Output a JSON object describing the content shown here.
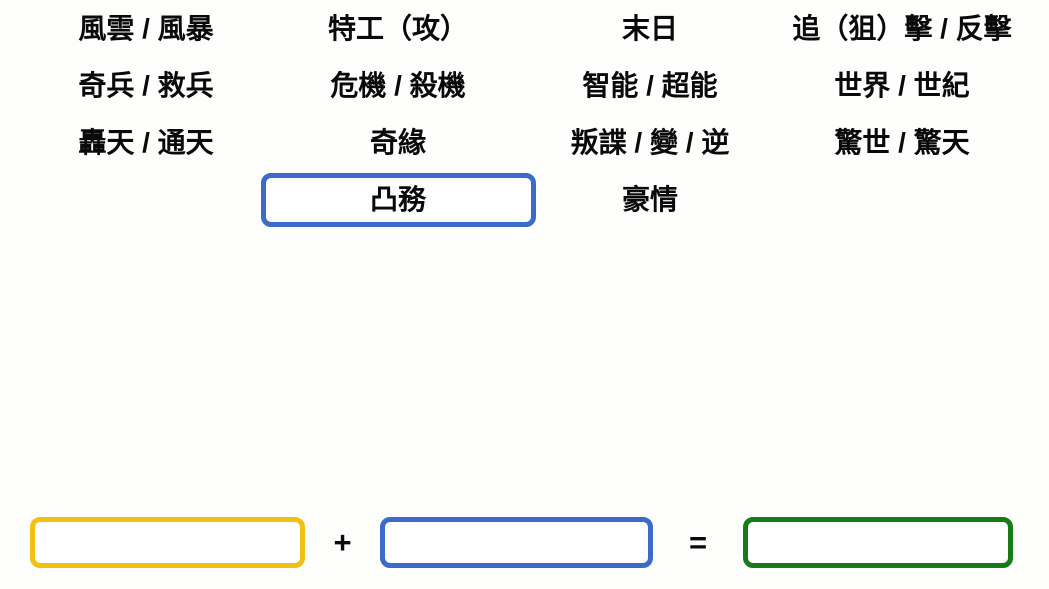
{
  "colors": {
    "background": "#FEFEFD",
    "text": "#0A0A0A",
    "highlight_box_blue": "#3D6BC9",
    "equation_yellow": "#F2C013",
    "equation_blue": "#3D6BC9",
    "equation_green": "#177B17"
  },
  "word_grid": {
    "rows": [
      [
        "風雲 / 風暴",
        "特工（攻）",
        "末日",
        "追（狙）擊 / 反擊"
      ],
      [
        "奇兵 / 救兵",
        "危機 / 殺機",
        "智能 / 超能",
        "世界 / 世紀"
      ],
      [
        "轟天 / 通天",
        "奇緣",
        "叛諜 / 變 / 逆",
        "驚世 / 驚天"
      ],
      [
        "",
        "凸務",
        "豪情",
        ""
      ]
    ],
    "highlighted_cell": {
      "row": 3,
      "col": 1,
      "text": "凸務",
      "border_color": "#3D6BC9"
    }
  },
  "equation": {
    "slot_yellow_value": "",
    "plus_label": "+",
    "slot_blue_value": "",
    "equals_label": "=",
    "slot_green_value": ""
  }
}
